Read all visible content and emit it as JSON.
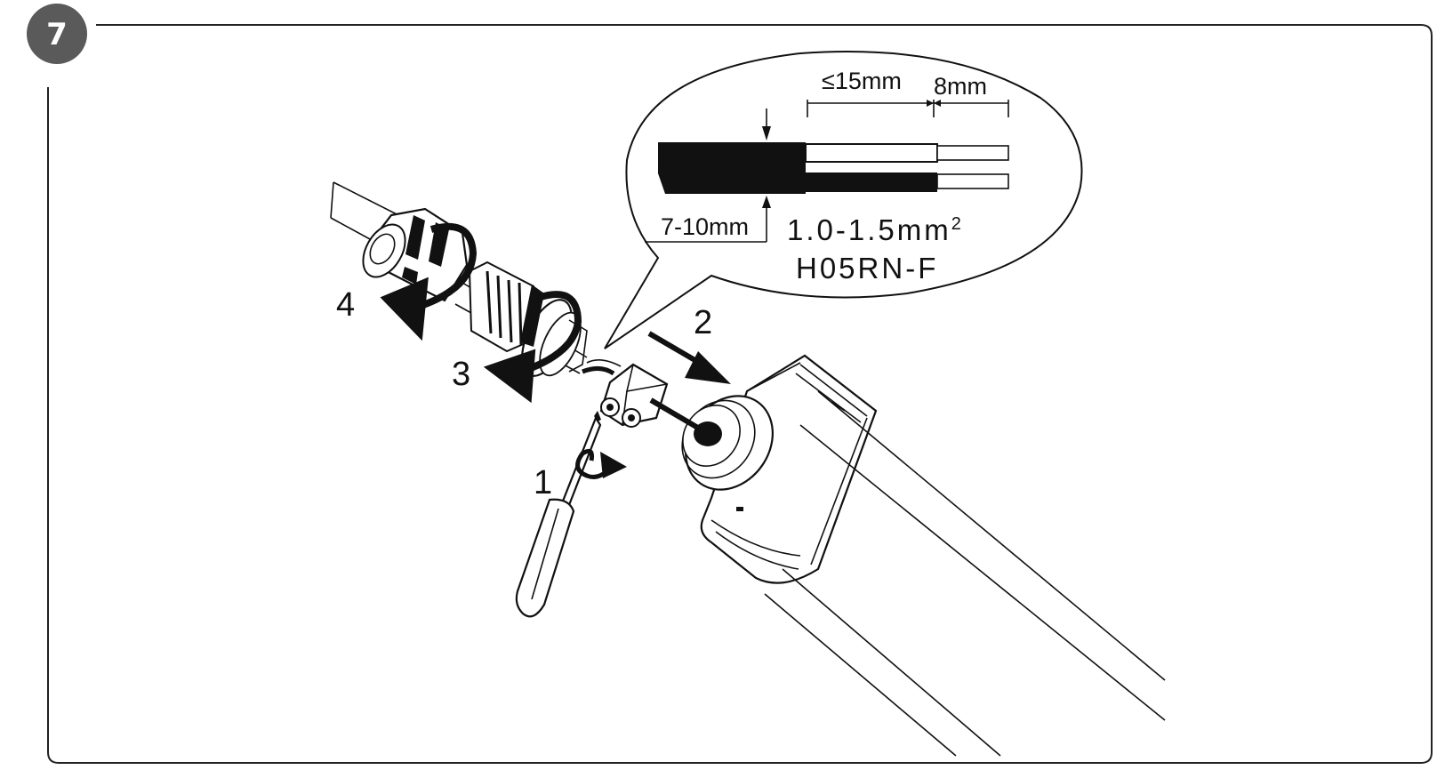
{
  "step": {
    "number": "7",
    "badge_color": "#5a5a5a"
  },
  "callout": {
    "strip_length": "≤15mm",
    "wire_end": "8mm",
    "cable_diameter": "7-10mm",
    "cross_section": "1.0-1.5mm",
    "cross_section_exp": "2",
    "cable_type": "H05RN-F"
  },
  "steps": {
    "s1": "1",
    "s2": "2",
    "s3": "3",
    "s4": "4"
  }
}
